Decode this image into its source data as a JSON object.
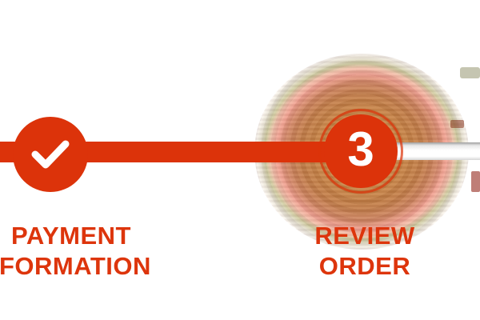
{
  "page": {
    "background_color": "#ffffff",
    "accent_color": "#dc330a",
    "label_color": "#dd350c",
    "inactive_line_color": "#ffffff"
  },
  "stepper": {
    "steps": [
      {
        "id": "payment-information",
        "state": "completed",
        "indicator": "check",
        "label_line1": "PAYMENT",
        "label_line2": "FORMATION"
      },
      {
        "id": "review-order",
        "state": "current",
        "indicator": "number",
        "number": "3",
        "label_line1": "REVIEW",
        "label_line2": "ORDER"
      }
    ],
    "highlight": {
      "style": "pixelated-glow",
      "core_color": "#c58142",
      "ring_color": "#ee9184",
      "fringe_color": "#9ea050"
    }
  }
}
